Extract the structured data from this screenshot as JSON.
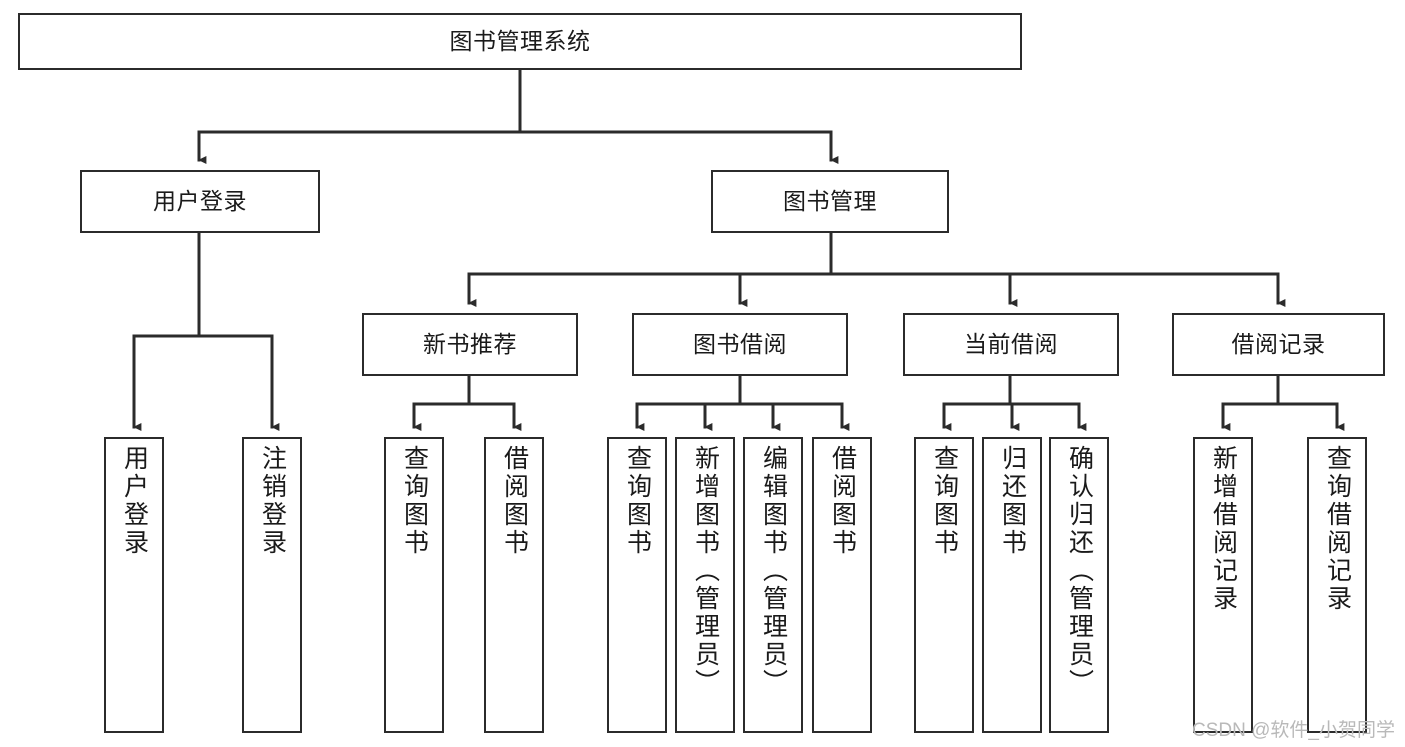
{
  "diagram": {
    "title": "图书管理系统",
    "type": "tree-hierarchy-chart",
    "orientation": "top-down",
    "colors": {
      "node_border": "#2b2b2b",
      "node_fill": "#ffffff",
      "edge": "#2b2b2b",
      "text": "#1a1a1a",
      "watermark": "#b9b9b9",
      "background": "#ffffff"
    },
    "nodes": {
      "root": {
        "label": "图书管理系统"
      },
      "level2": [
        {
          "id": "user-login",
          "label": "用户登录"
        },
        {
          "id": "book-management",
          "label": "图书管理"
        }
      ],
      "level3": [
        {
          "id": "new-book-recommend",
          "label": "新书推荐"
        },
        {
          "id": "book-borrow",
          "label": "图书借阅"
        },
        {
          "id": "current-borrow",
          "label": "当前借阅"
        },
        {
          "id": "borrow-record",
          "label": "借阅记录"
        }
      ],
      "leaves": {
        "user_login": [
          {
            "id": "leaf-user-login",
            "label": "用户登录"
          },
          {
            "id": "leaf-logout-login",
            "label": "注销登录"
          }
        ],
        "new_book_recommend": [
          {
            "id": "leaf-query-book-1",
            "label": "查询图书"
          },
          {
            "id": "leaf-borrow-book-1",
            "label": "借阅图书"
          }
        ],
        "book_borrow": [
          {
            "id": "leaf-query-book-2",
            "label": "查询图书"
          },
          {
            "id": "leaf-add-book",
            "label": "新增图书（管理员）"
          },
          {
            "id": "leaf-edit-book",
            "label": "编辑图书（管理员）"
          },
          {
            "id": "leaf-borrow-book-2",
            "label": "借阅图书"
          }
        ],
        "current_borrow": [
          {
            "id": "leaf-query-book-3",
            "label": "查询图书"
          },
          {
            "id": "leaf-return-book",
            "label": "归还图书"
          },
          {
            "id": "leaf-confirm-return",
            "label": "确认归还（管理员）"
          }
        ],
        "borrow_record": [
          {
            "id": "leaf-add-record",
            "label": "新增借阅记录"
          },
          {
            "id": "leaf-query-record",
            "label": "查询借阅记录"
          }
        ]
      }
    },
    "watermark": "CSDN @软件_小贺同学"
  }
}
